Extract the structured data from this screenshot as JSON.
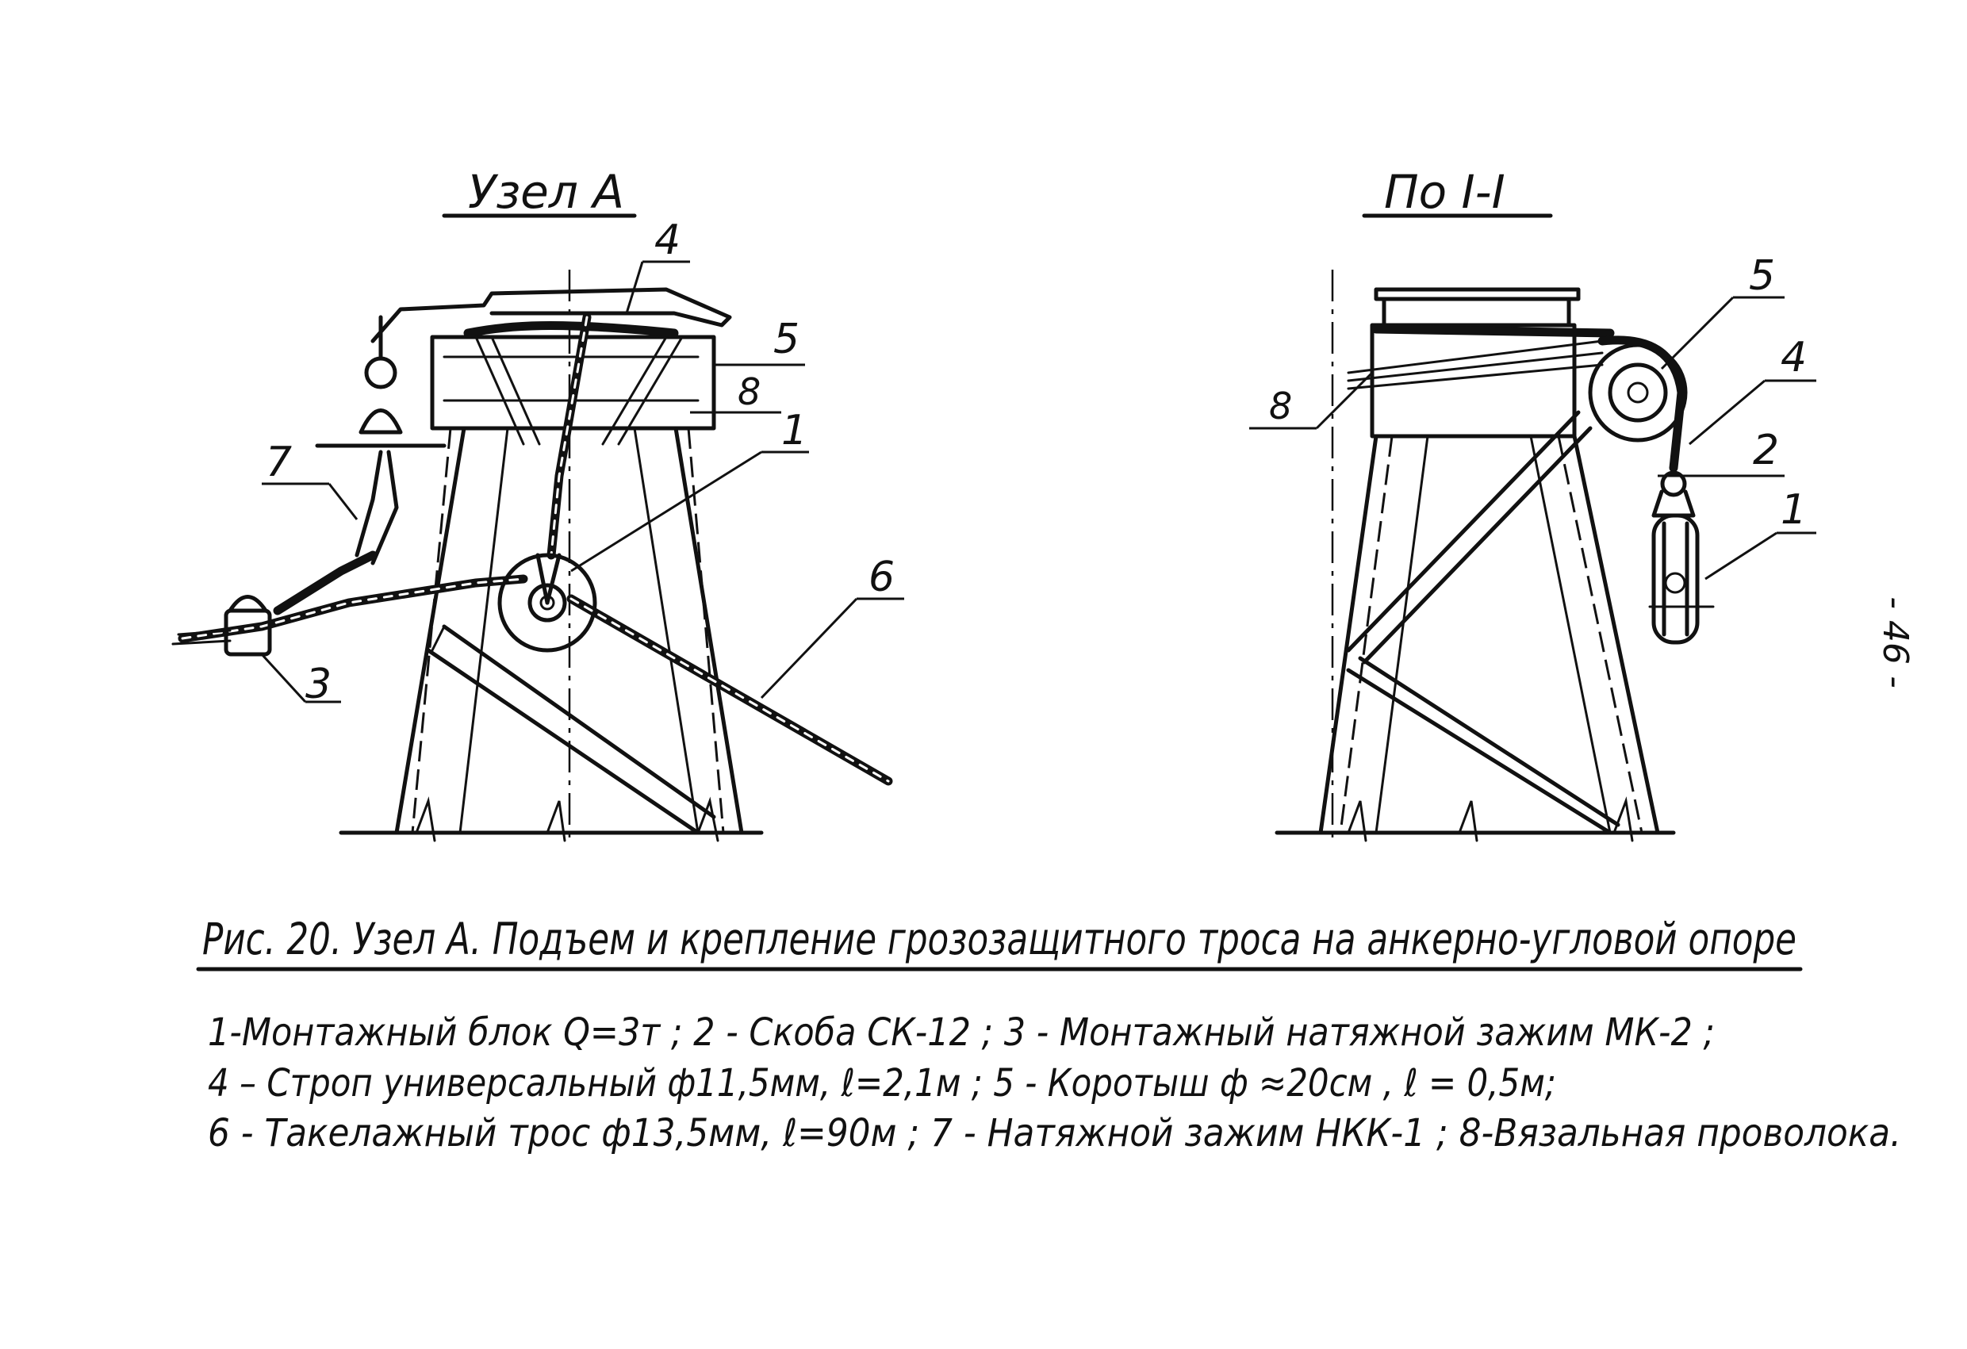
{
  "views": {
    "left_title": "Узел А",
    "right_title": "По I-I"
  },
  "callouts": {
    "left": [
      "4",
      "5",
      "8",
      "1",
      "7",
      "6",
      "3"
    ],
    "right": [
      "5",
      "4",
      "2",
      "1",
      "8"
    ]
  },
  "page_number": "- 46 -",
  "caption": "Рис. 20.  Узел А.  Подъем и крепление грозозащитного троса на анкерно-угловой опоре",
  "legend": {
    "line1": "1-Монтажный блок  Q=3т ;  2 - Скоба СК-12 ;  3 - Монтажный натяжной зажим МК-2 ;",
    "line2": "4 – Строп универсальный ф11,5мм,  ℓ=2,1м ;  5 - Коротыш ф ≈20см ,  ℓ = 0,5м;",
    "line3": "6 - Такелажный трос ф13,5мм,  ℓ=90м ;  7 - Натяжной зажим НКК-1 ; 8-Вязальная проволока."
  }
}
